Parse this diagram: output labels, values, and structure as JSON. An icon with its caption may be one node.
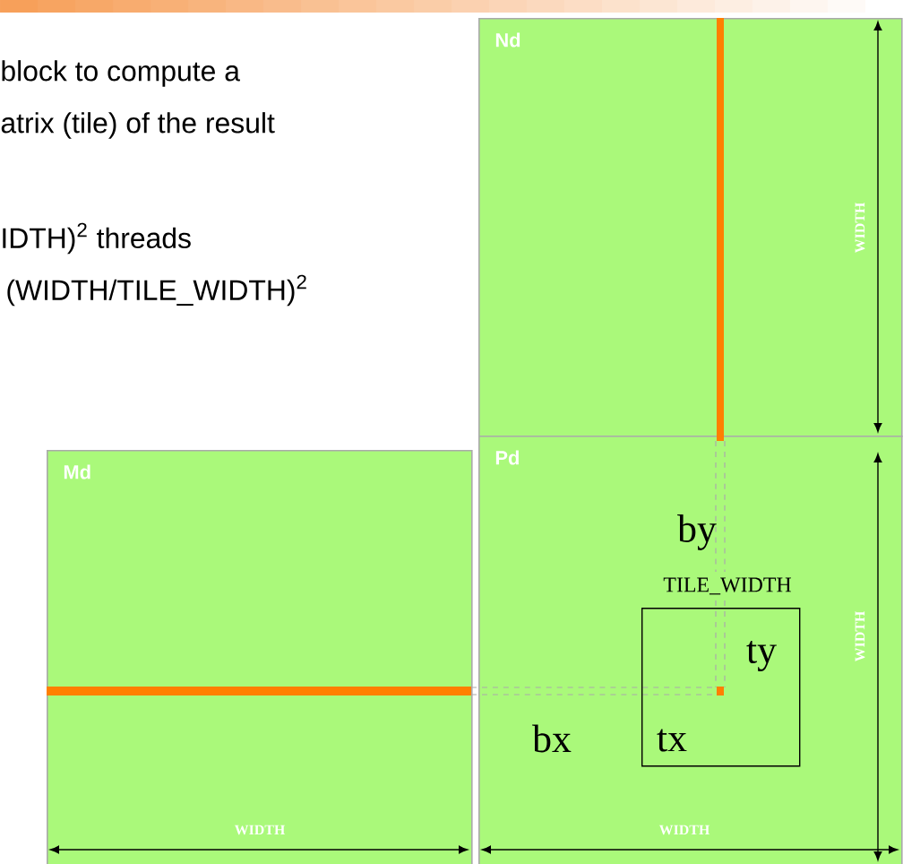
{
  "diagram": {
    "nodes": [
      {
        "text": [
          "Nd"
        ]
      },
      {
        "text": [
          "Md"
        ]
      },
      {
        "text": [
          "Pd"
        ]
      },
      {
        "text": [
          "TILE_WIDTH",
          "ty",
          "tx"
        ],
        "in": 2
      }
    ],
    "edges": [],
    "labels": [
      "block to compute a",
      "atrix (tile) of the result",
      "IDTH)$^{2}$ threads",
      "(WIDTH/TILE_WIDTH)$^{2}$",
      "WIDTH",
      "by",
      "bx",
      "WIDTH",
      "WIDTH",
      "WIDTH"
    ]
  }
}
